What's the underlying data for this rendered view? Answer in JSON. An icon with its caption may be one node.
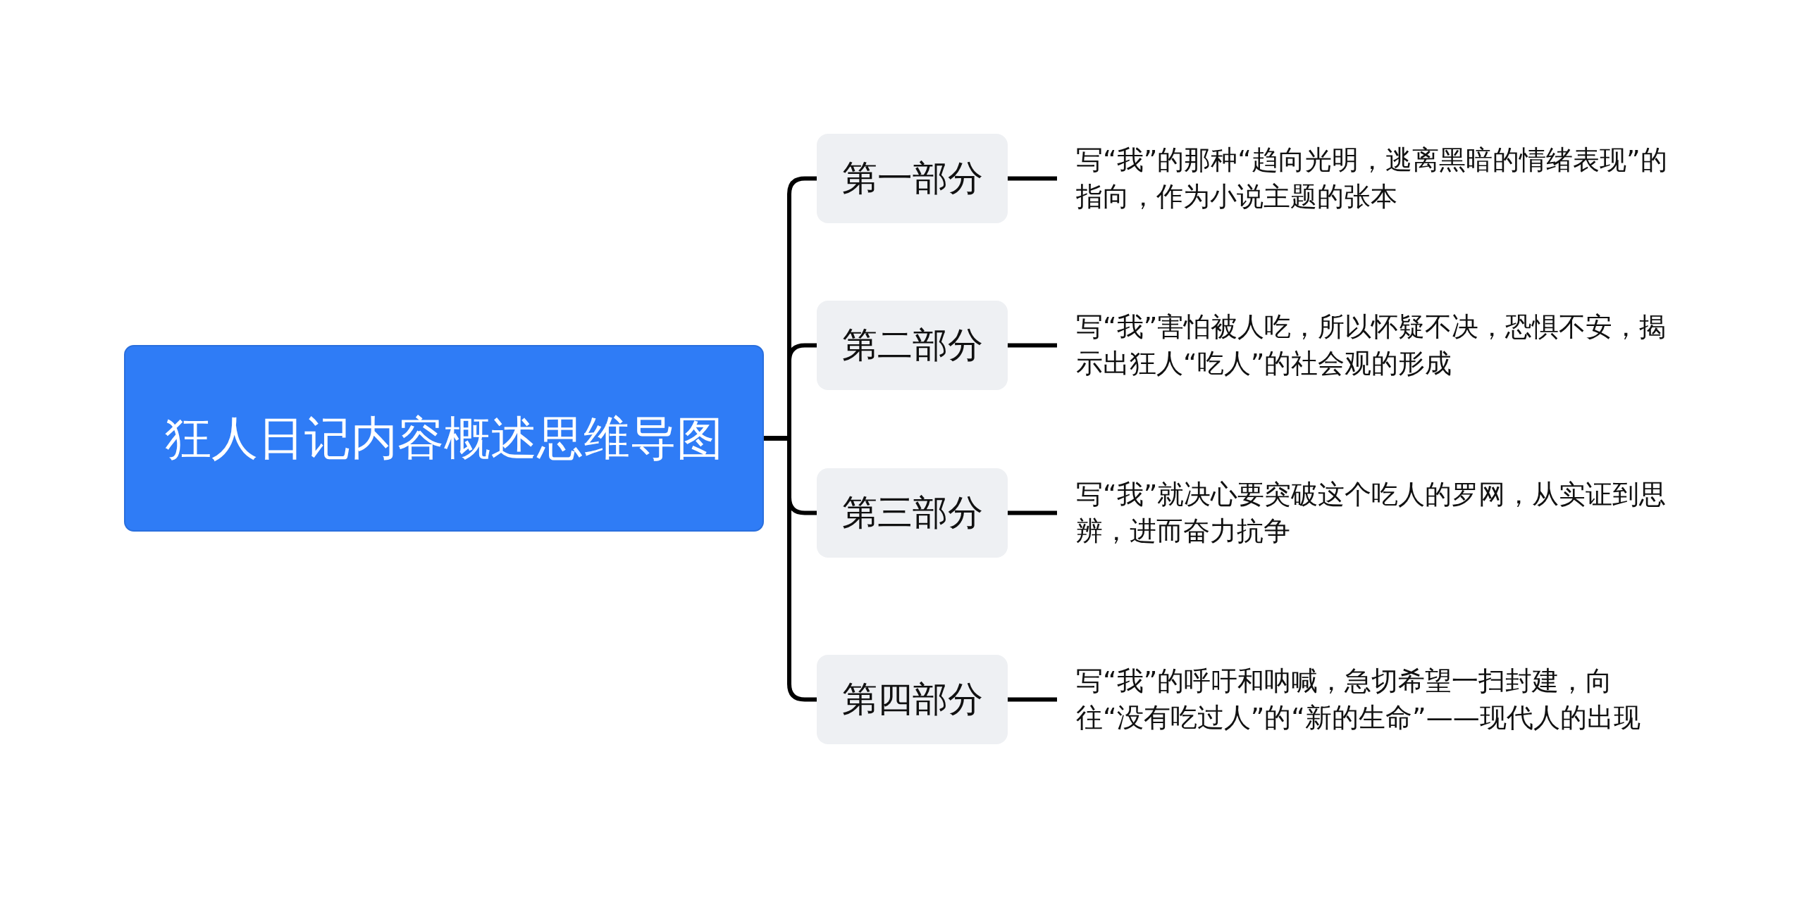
{
  "diagram": {
    "nodes": [
      {
        "text": [
          "狂人日记内容概述思维导图"
        ]
      },
      {
        "text": [
          "第一部分"
        ]
      },
      {
        "text": [
          "第二部分"
        ]
      },
      {
        "text": [
          "第三部分"
        ]
      },
      {
        "text": [
          "第四部分"
        ]
      },
      {
        "text": [
          "写“我”的那种“趋向光明，逃离黑暗的情绪表现”的指向，作为小说主题的张本"
        ]
      },
      {
        "text": [
          "写“我”害怕被人吃，所以怀疑不决，恐惧不安，揭示出狂人“吃人”的社会观的形成"
        ]
      },
      {
        "text": [
          "写“我”就决心要突破这个吃人的罗网，从实证到思辨，进而奋力抗争"
        ]
      },
      {
        "text": [
          "写“我”的呼吁和呐喊，急切希望一扫封建，向往“没有吃过人”的“新的生命”——现代人的出现"
        ]
      }
    ],
    "edges": [
      {
        "from": 0,
        "to": 1,
        "arrow": "none"
      },
      {
        "from": 0,
        "to": 2,
        "arrow": "none"
      },
      {
        "from": 0,
        "to": 3,
        "arrow": "none"
      },
      {
        "from": 0,
        "to": 4,
        "arrow": "none"
      },
      {
        "from": 1,
        "to": 5,
        "arrow": "none"
      },
      {
        "from": 2,
        "to": 6,
        "arrow": "none"
      },
      {
        "from": 3,
        "to": 7,
        "arrow": "none"
      },
      {
        "from": 4,
        "to": 8,
        "arrow": "none"
      }
    ]
  }
}
